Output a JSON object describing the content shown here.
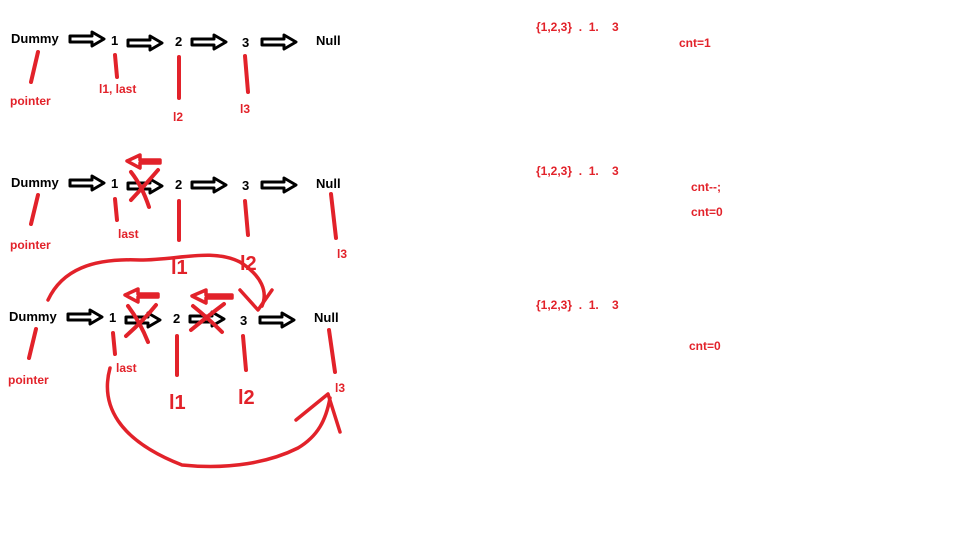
{
  "colors": {
    "ink": "#000000",
    "red": "#e2222a"
  },
  "rows": [
    {
      "nodes": [
        "Dummy",
        "1",
        "2",
        "3",
        "Null"
      ],
      "labels": {
        "pointer": "pointer",
        "last": "l1, last",
        "l2": "l2",
        "l3": "l3"
      },
      "note_list": "{1,2,3}  .  1.    3",
      "note_cnt": [
        "cnt=1"
      ]
    },
    {
      "nodes": [
        "Dummy",
        "1",
        "2",
        "3",
        "Null"
      ],
      "labels": {
        "pointer": "pointer",
        "last": "last",
        "l1": "l1",
        "l2": "l2",
        "l3": "l3"
      },
      "note_list": "{1,2,3}  .  1.    3",
      "note_cnt": [
        "cnt--;",
        "cnt=0"
      ]
    },
    {
      "nodes": [
        "Dummy",
        "1",
        "2",
        "3",
        "Null"
      ],
      "labels": {
        "pointer": "pointer",
        "last": "last",
        "l1": "l1",
        "l2": "l2",
        "l3": "l3"
      },
      "note_list": "{1,2,3}  .  1.    3",
      "note_cnt": [
        "cnt=0"
      ]
    }
  ]
}
